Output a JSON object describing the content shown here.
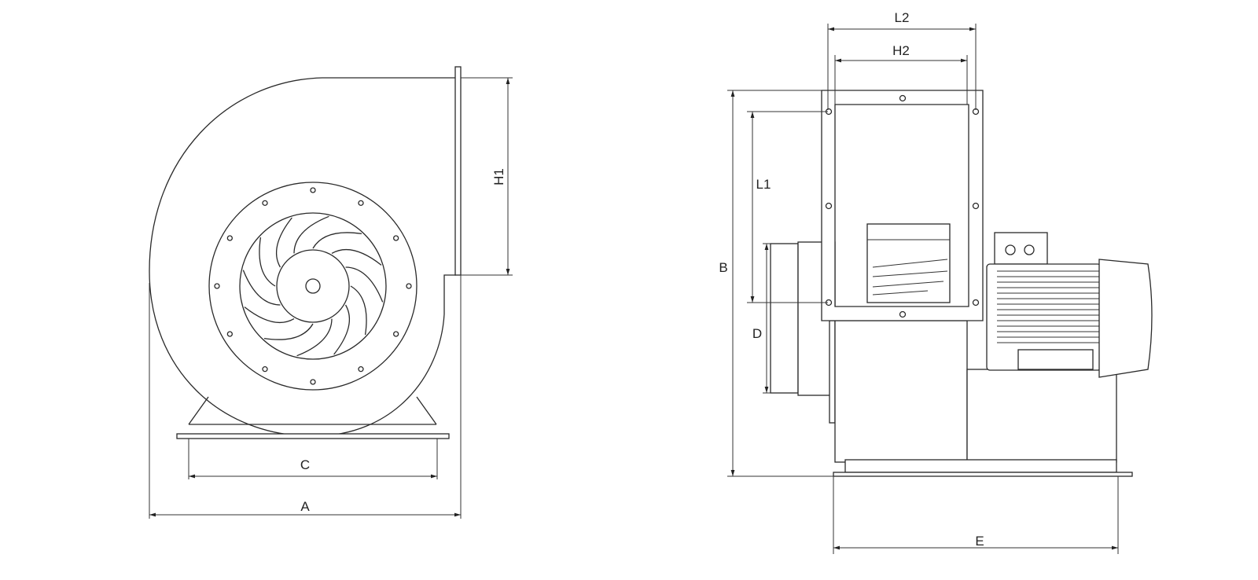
{
  "title": "Centrifugal fan dimension drawing",
  "views": {
    "side": {
      "dimensions": {
        "H1": "H1",
        "C": "C",
        "A": "A"
      }
    },
    "front": {
      "dimensions": {
        "L2": "L2",
        "H2": "H2",
        "L1": "L1",
        "B": "B",
        "D": "D",
        "E": "E"
      }
    }
  },
  "colors": {
    "line": "#2a2a2a",
    "background": "#ffffff"
  }
}
